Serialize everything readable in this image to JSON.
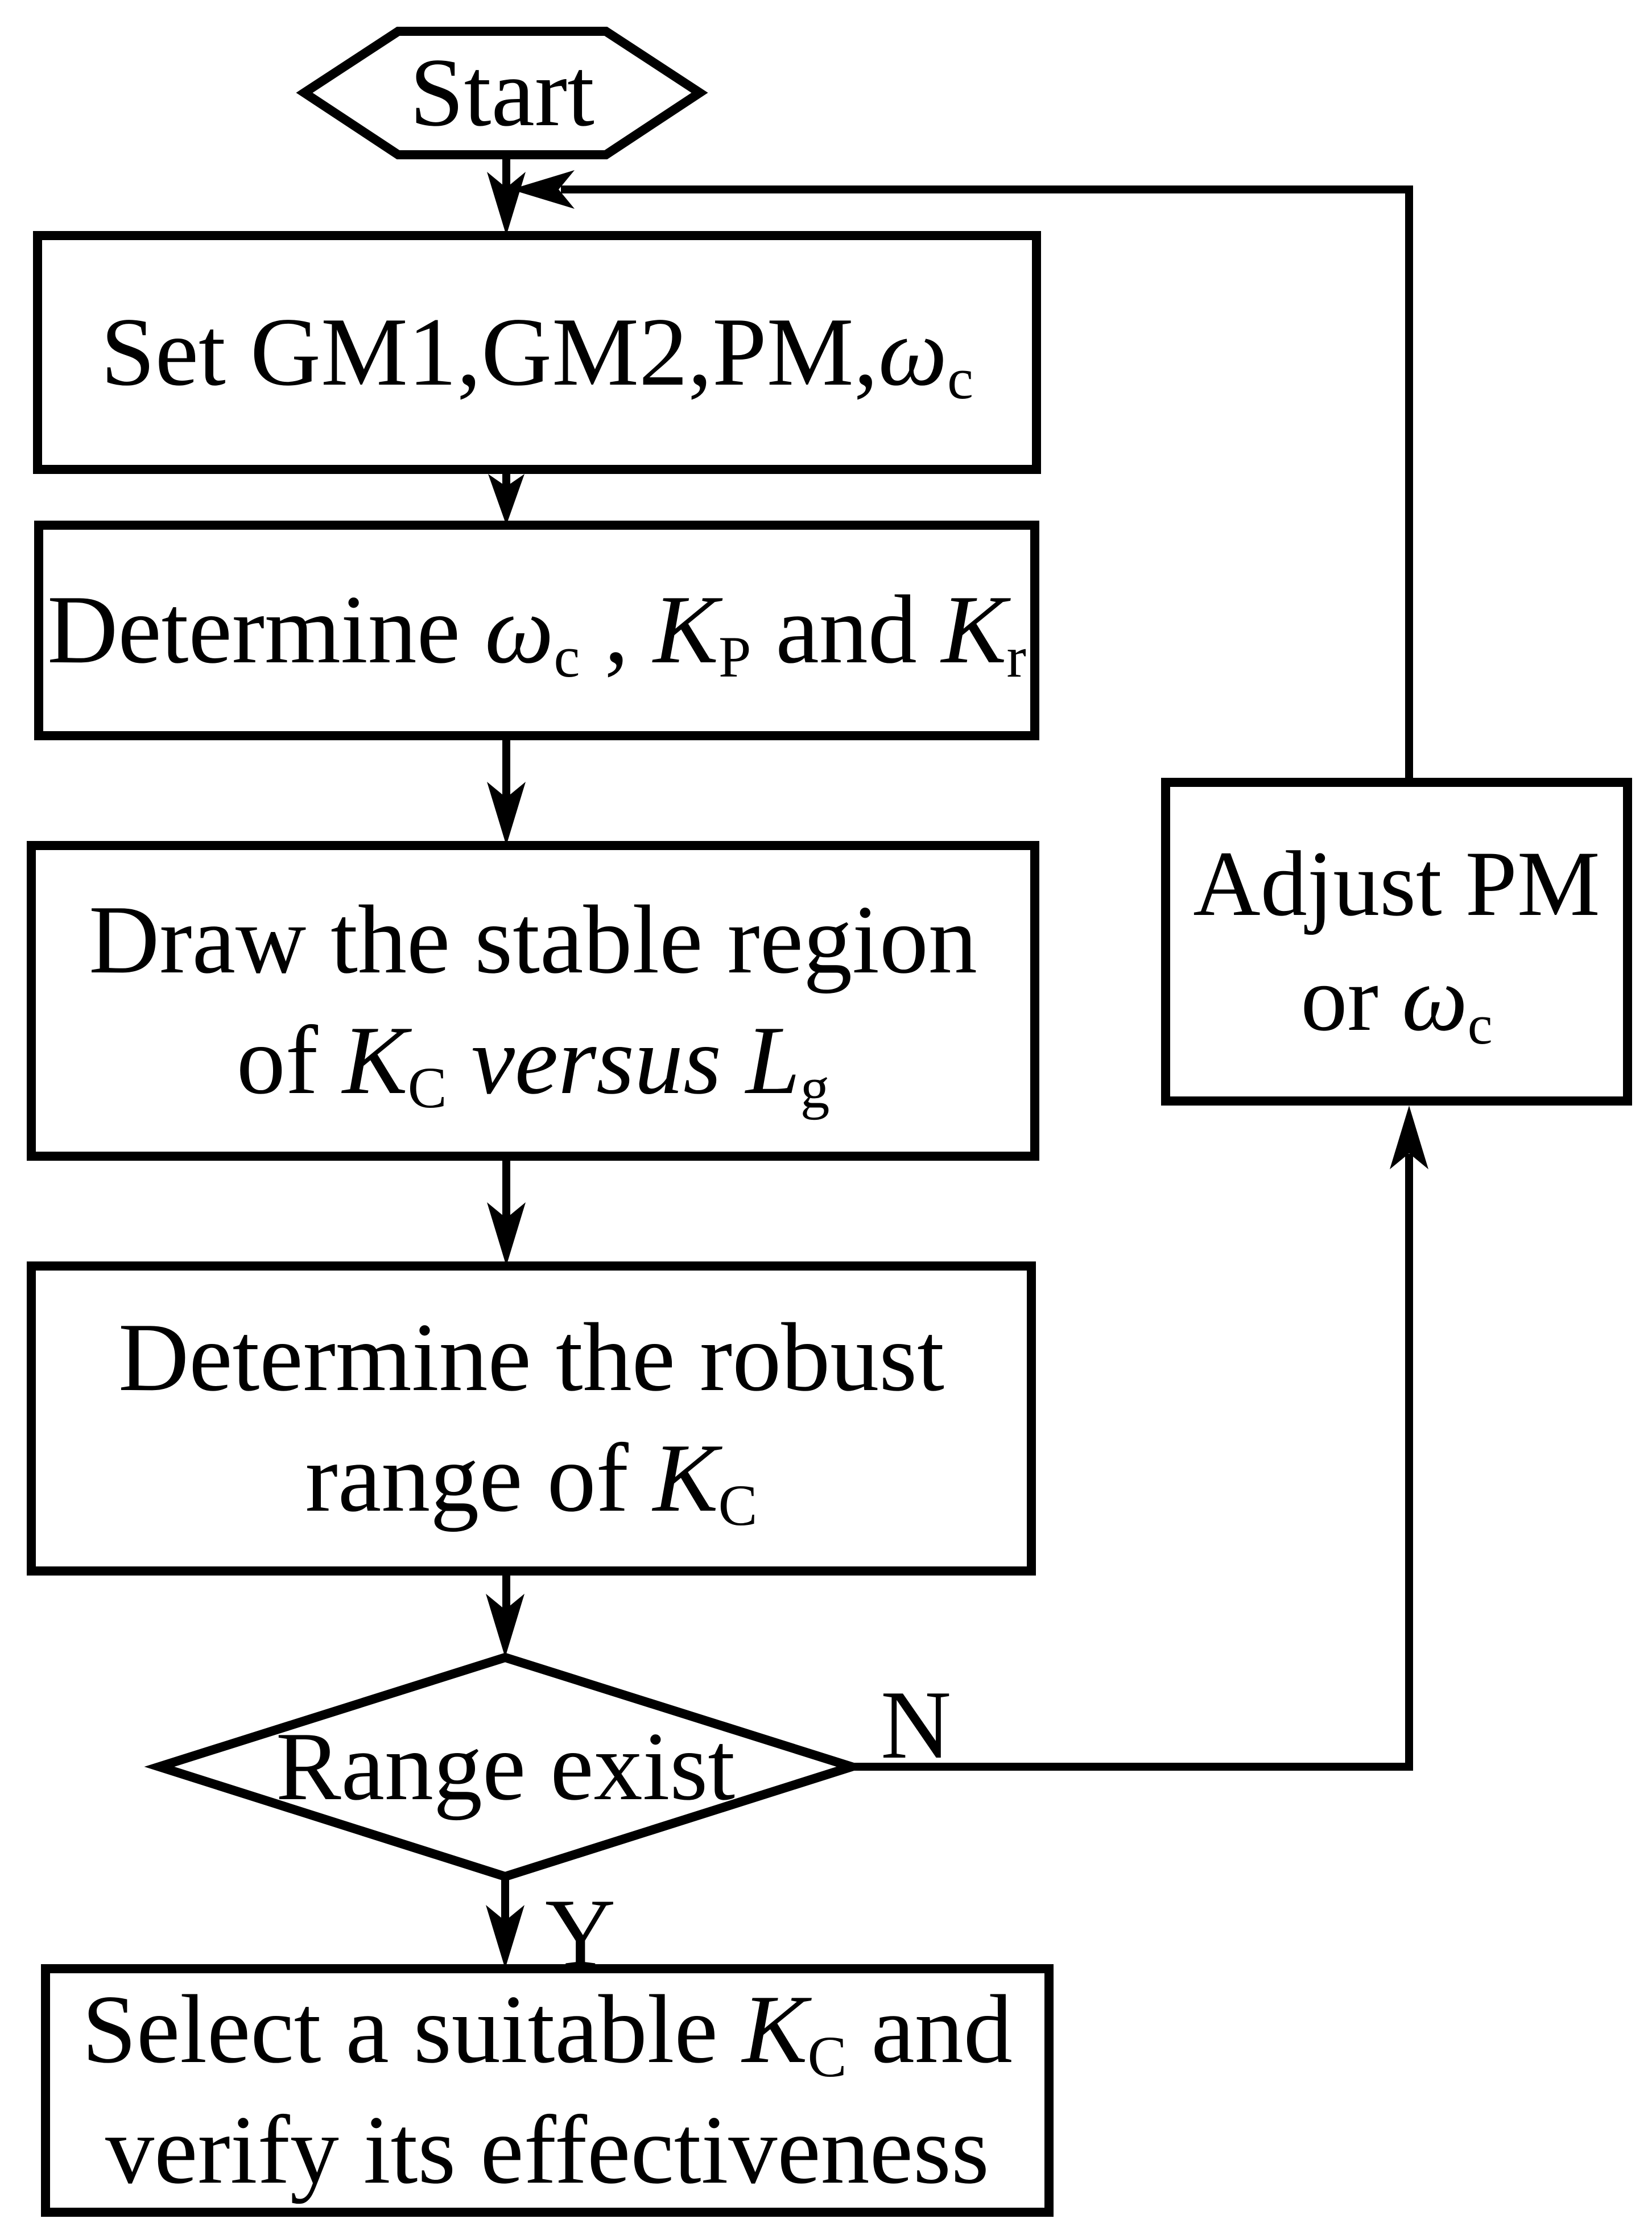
{
  "palette": {
    "background": "#ffffff",
    "ink": "#000000"
  },
  "nodes": {
    "start": {
      "shape": "hexagon",
      "label": "Start"
    },
    "set_params": {
      "shape": "process",
      "lines": [
        [
          {
            "t": "Set GM1,GM2,PM,"
          },
          {
            "t": "ω",
            "s": "i"
          },
          {
            "t": "c",
            "s": "sub"
          }
        ]
      ]
    },
    "determine_gains": {
      "shape": "process",
      "lines": [
        [
          {
            "t": "Determine "
          },
          {
            "t": "ω",
            "s": "i"
          },
          {
            "t": "c",
            "s": "sub"
          },
          {
            "t": " , "
          },
          {
            "t": "K",
            "s": "i"
          },
          {
            "t": "P",
            "s": "sub"
          },
          {
            "t": " and "
          },
          {
            "t": "K",
            "s": "i"
          },
          {
            "t": "r",
            "s": "sub"
          }
        ]
      ]
    },
    "draw_stable_region": {
      "shape": "process",
      "lines": [
        [
          {
            "t": "Draw the stable region"
          }
        ],
        [
          {
            "t": "of "
          },
          {
            "t": "K",
            "s": "i"
          },
          {
            "t": "C",
            "s": "sub"
          },
          {
            "t": " "
          },
          {
            "t": "versus",
            "s": "i"
          },
          {
            "t": " "
          },
          {
            "t": "L",
            "s": "i"
          },
          {
            "t": "g",
            "s": "sub"
          }
        ]
      ]
    },
    "robust_range": {
      "shape": "process",
      "lines": [
        [
          {
            "t": "Determine the robust"
          }
        ],
        [
          {
            "t": "range of "
          },
          {
            "t": "K",
            "s": "i"
          },
          {
            "t": "C",
            "s": "sub"
          }
        ]
      ]
    },
    "range_exist": {
      "shape": "decision",
      "lines": [
        [
          {
            "t": "Range exist"
          }
        ]
      ]
    },
    "select_kc": {
      "shape": "process",
      "lines": [
        [
          {
            "t": "Select a suitable "
          },
          {
            "t": "K",
            "s": "i"
          },
          {
            "t": "C",
            "s": "sub"
          },
          {
            "t": " and"
          }
        ],
        [
          {
            "t": "verify its effectiveness"
          }
        ]
      ]
    },
    "adjust_pm": {
      "shape": "process",
      "lines": [
        [
          {
            "t": "Adjust PM"
          }
        ],
        [
          {
            "t": "or "
          },
          {
            "t": "ω",
            "s": "i"
          },
          {
            "t": "c",
            "s": "sub"
          }
        ]
      ]
    }
  },
  "edge_labels": {
    "no": "N",
    "yes": "Y"
  }
}
